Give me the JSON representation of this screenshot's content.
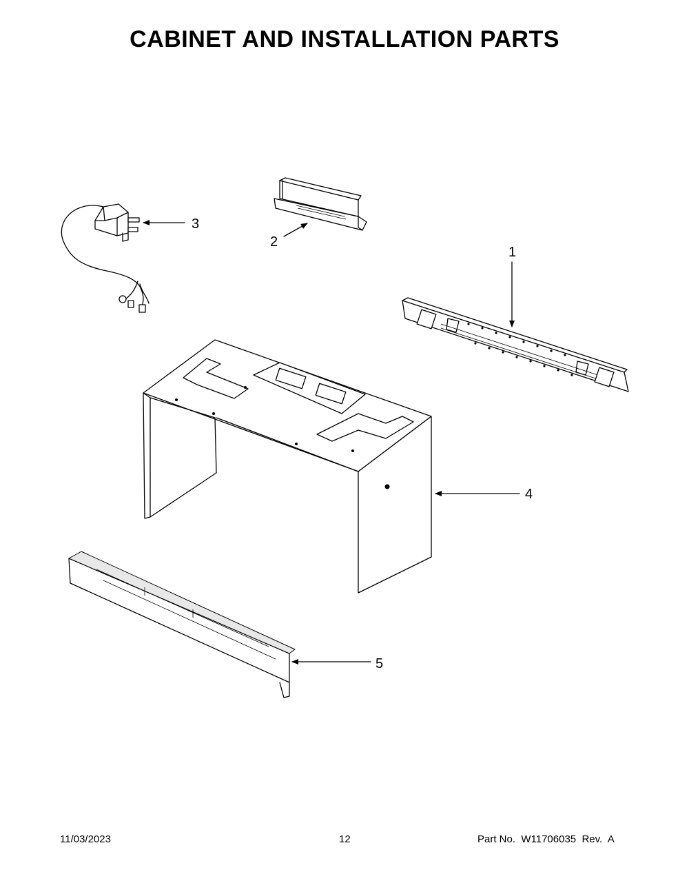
{
  "page": {
    "title": "CABINET AND INSTALLATION PARTS",
    "footer": {
      "date": "11/03/2023",
      "page_number": "12",
      "part_number": "Part No.  W11706035  Rev.  A"
    }
  },
  "callouts": [
    {
      "id": "1",
      "part": "mounting-plate"
    },
    {
      "id": "2",
      "part": "top-vent-bracket"
    },
    {
      "id": "3",
      "part": "power-cord"
    },
    {
      "id": "4",
      "part": "cabinet"
    },
    {
      "id": "5",
      "part": "bottom-grille-rail"
    }
  ]
}
